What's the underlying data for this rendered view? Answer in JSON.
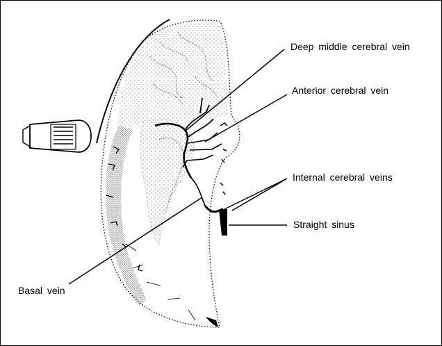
{
  "labels": {
    "deep_middle_cerebral_vein": "Deep middle cerebral vein",
    "anterior_cerebral_vein": "Anterior cerebral vein",
    "internal_cerebral_veins": "Internal cerebral veins",
    "straight_sinus": "Straight sinus",
    "basal_vein": "Basal vein"
  },
  "colors": {
    "ink": "#000000",
    "background": "#ffffff"
  }
}
